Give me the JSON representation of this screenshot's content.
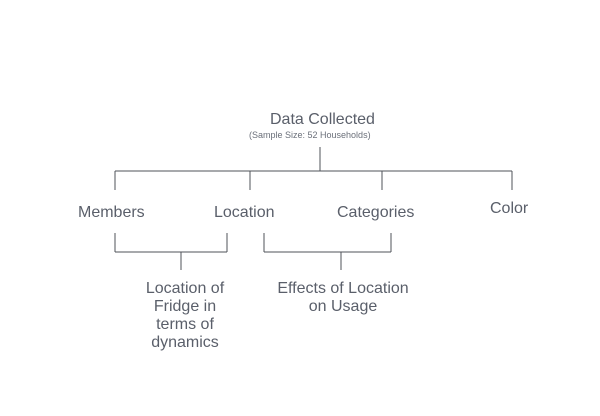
{
  "root": {
    "title": "Data Collected",
    "subtitle": "(Sample Size: 52 Households)"
  },
  "branches": {
    "members": "Members",
    "location": "Location",
    "categories": "Categories",
    "color": "Color"
  },
  "sub_nodes": {
    "location_dynamics": "Location of Fridge in terms of dynamics",
    "location_usage": "Effects of Location on Usage"
  }
}
